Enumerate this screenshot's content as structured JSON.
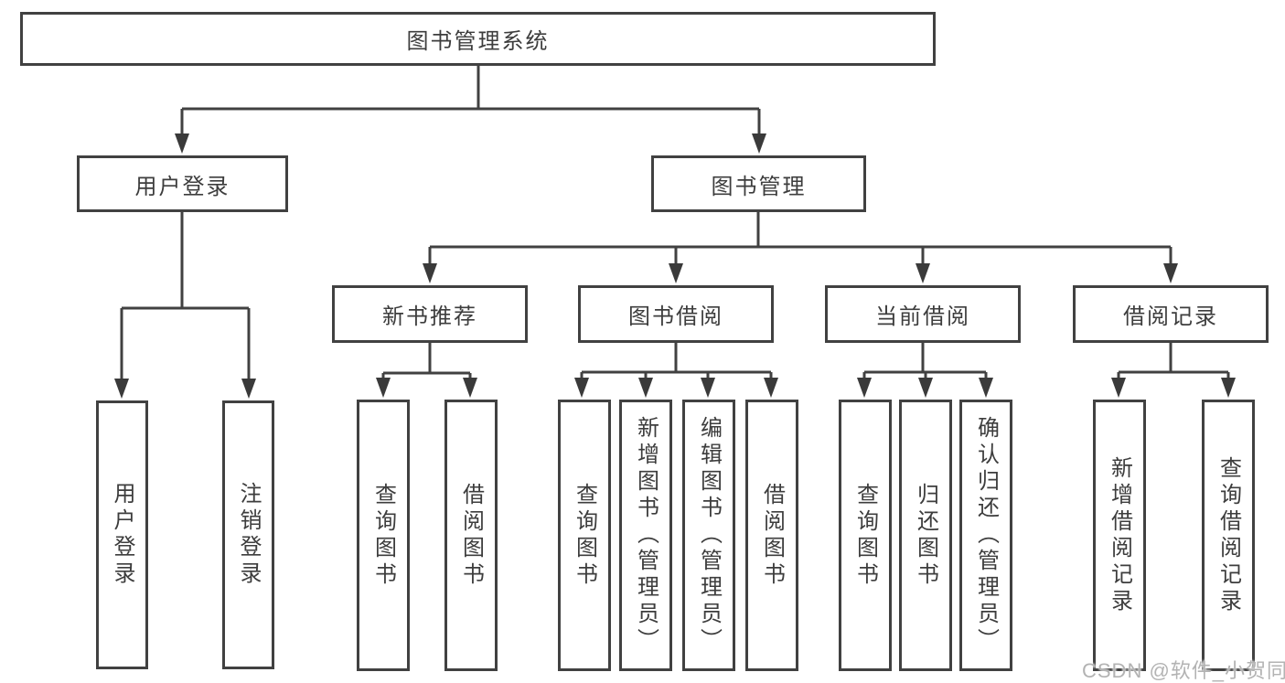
{
  "colors": {
    "line": "#414141",
    "text": "#3d3d3d",
    "background": "#ffffff",
    "watermark": "#b3b3b3"
  },
  "watermark": {
    "text": "CSDN @软件_小贺同学"
  },
  "tree": {
    "root": {
      "label": "图书管理系统"
    },
    "branches": [
      {
        "label": "用户登录",
        "leaves": [
          "用户登录",
          "注销登录"
        ]
      },
      {
        "label": "图书管理",
        "sections": [
          {
            "label": "新书推荐",
            "leaves": [
              "查询图书",
              "借阅图书"
            ]
          },
          {
            "label": "图书借阅",
            "leaves": [
              "查询图书",
              "新增图书（管理员）",
              "编辑图书（管理员）",
              "借阅图书"
            ]
          },
          {
            "label": "当前借阅",
            "leaves": [
              "查询图书",
              "归还图书",
              "确认归还（管理员）"
            ]
          },
          {
            "label": "借阅记录",
            "leaves": [
              "新增借阅记录",
              "查询借阅记录"
            ]
          }
        ]
      }
    ]
  }
}
